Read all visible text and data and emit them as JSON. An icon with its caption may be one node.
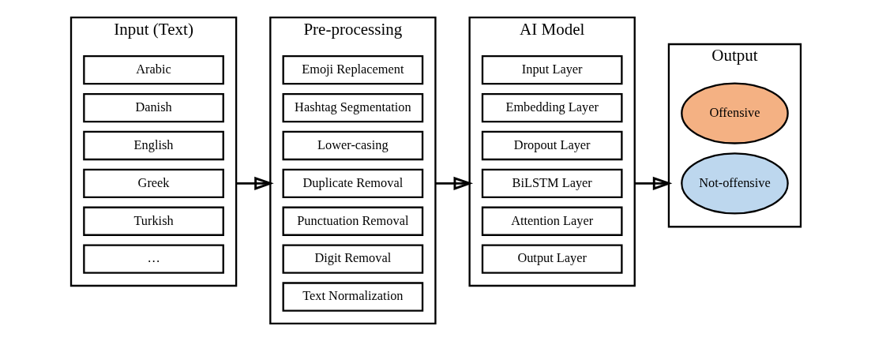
{
  "diagram": {
    "nodes": [
      {
        "text": [
          "Input (Text)"
        ]
      },
      {
        "text": [
          "Arabic"
        ],
        "in": 0
      },
      {
        "text": [
          "Danish"
        ],
        "in": 0
      },
      {
        "text": [
          "English"
        ],
        "in": 0
      },
      {
        "text": [
          "Greek"
        ],
        "in": 0
      },
      {
        "text": [
          "Turkish"
        ],
        "in": 0
      },
      {
        "text": [
          "…"
        ],
        "in": 0
      },
      {
        "text": [
          "Pre-processing"
        ]
      },
      {
        "text": [
          "Emoji Replacement"
        ],
        "in": 7
      },
      {
        "text": [
          "Hashtag Segmentation"
        ],
        "in": 7
      },
      {
        "text": [
          "Lower-casing"
        ],
        "in": 7
      },
      {
        "text": [
          "Duplicate Removal"
        ],
        "in": 7
      },
      {
        "text": [
          "Punctuation Removal"
        ],
        "in": 7
      },
      {
        "text": [
          "Digit Removal"
        ],
        "in": 7
      },
      {
        "text": [
          "Text Normalization"
        ],
        "in": 7
      },
      {
        "text": [
          "AI Model"
        ]
      },
      {
        "text": [
          "Input Layer"
        ],
        "in": 15
      },
      {
        "text": [
          "Embedding Layer"
        ],
        "in": 15
      },
      {
        "text": [
          "Dropout Layer"
        ],
        "in": 15
      },
      {
        "text": [
          "BiLSTM Layer"
        ],
        "in": 15
      },
      {
        "text": [
          "Attention Layer"
        ],
        "in": 15
      },
      {
        "text": [
          "Output Layer"
        ],
        "in": 15
      },
      {
        "text": [
          "Output"
        ]
      },
      {
        "text": [
          "Offensive"
        ],
        "in": 22
      },
      {
        "text": [
          "Not-offensive"
        ],
        "in": 22
      }
    ],
    "edges": [
      {
        "from": 0,
        "to": 7,
        "arrow": "to"
      },
      {
        "from": 7,
        "to": 15,
        "arrow": "to"
      },
      {
        "from": 15,
        "to": 22,
        "arrow": "to"
      }
    ]
  }
}
